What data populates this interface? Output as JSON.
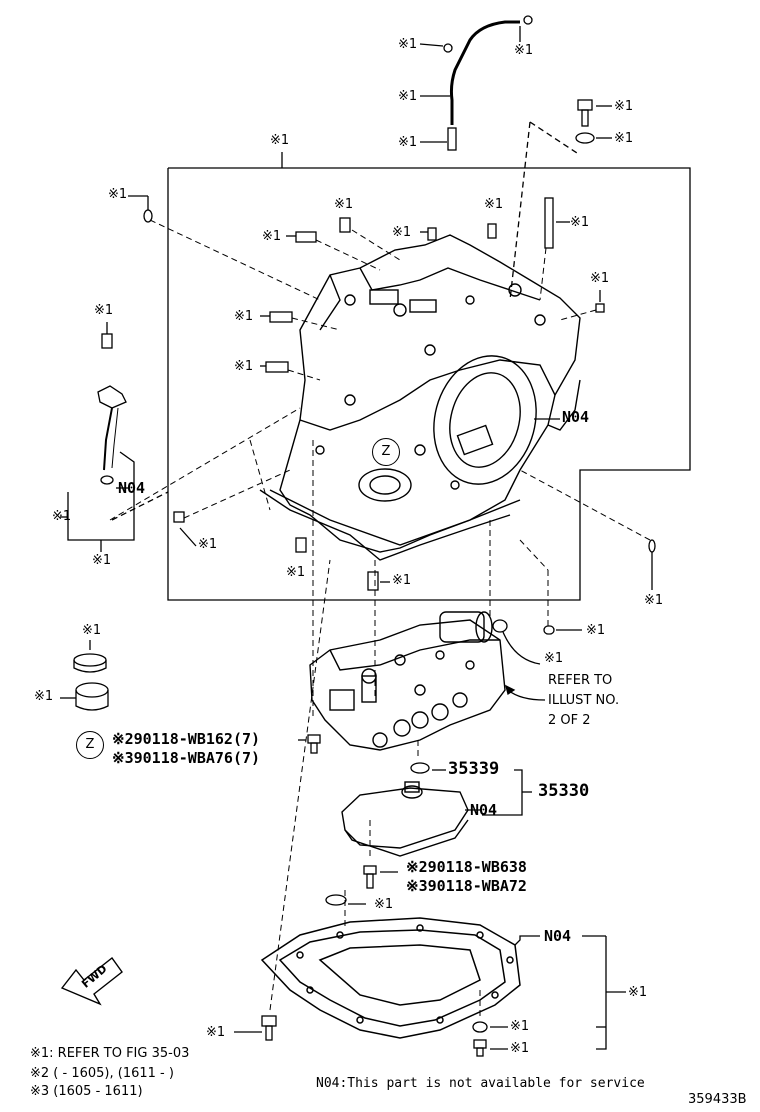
{
  "callouts": {
    "ref1": "※1",
    "n04": "N04",
    "z": "Z",
    "refer_to_illust": [
      "REFER TO",
      "ILLUST NO.",
      "2 OF 2"
    ],
    "part_35339": "35339",
    "part_35330": "35330",
    "bolt_upper": [
      "※290118-WB162(7)",
      "※390118-WBA76(7)"
    ],
    "bolt_lower": [
      "※290118-WB638",
      "※390118-WBA72"
    ],
    "fwd": "FWD"
  },
  "footnotes": {
    "note1": "※1: REFER TO FIG 35-03",
    "note2": "※2 (      - 1605), (1611 -        )",
    "note3": "※3 (1605 - 1611)",
    "n04_note": "N04:This part is not available for service",
    "figure_id": "359433B"
  }
}
